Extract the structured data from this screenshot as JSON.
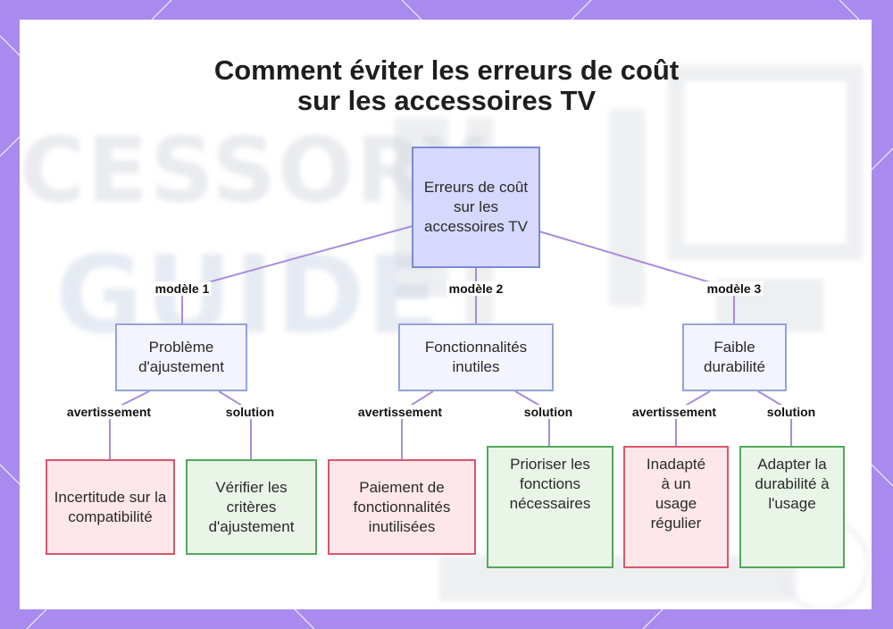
{
  "title": {
    "line1": "Comment éviter les erreurs de coût",
    "line2": "sur les accessoires TV"
  },
  "background_watermark": {
    "line1": "CESSORY",
    "line2": "GUIDE"
  },
  "colors": {
    "frame": "#a98bf0",
    "root_fill": "#d6d9fb",
    "model_fill": "#f3f4fd",
    "warning_fill": "#fde7ea",
    "warning_border": "#d8566c",
    "solution_fill": "#e8f5e7",
    "solution_border": "#52a95b",
    "edge": "#a98bdc"
  },
  "nodes": {
    "root": "Erreurs de coût sur les accessoires TV",
    "problem1": "Problème d'ajustement",
    "problem2": "Fonctionnalités inutiles",
    "problem3": "Faible durabilité",
    "warning1": "Incertitude sur la compatibilité",
    "solution1": "Vérifier les critères d'ajustement",
    "warning2": "Paiement de fonctionnalités inutilisées",
    "solution2": "Prioriser les fonctions nécessaires",
    "warning3": "Inadapté à un usage régulier",
    "solution3": "Adapter la durabilité à l'usage"
  },
  "edge_labels": {
    "model1": "modèle 1",
    "model2": "modèle 2",
    "model3": "modèle 3",
    "warn1": "avertissement",
    "sol1": "solution",
    "warn2": "avertissement",
    "sol2": "solution",
    "warn3": "avertissement",
    "sol3": "solution"
  }
}
